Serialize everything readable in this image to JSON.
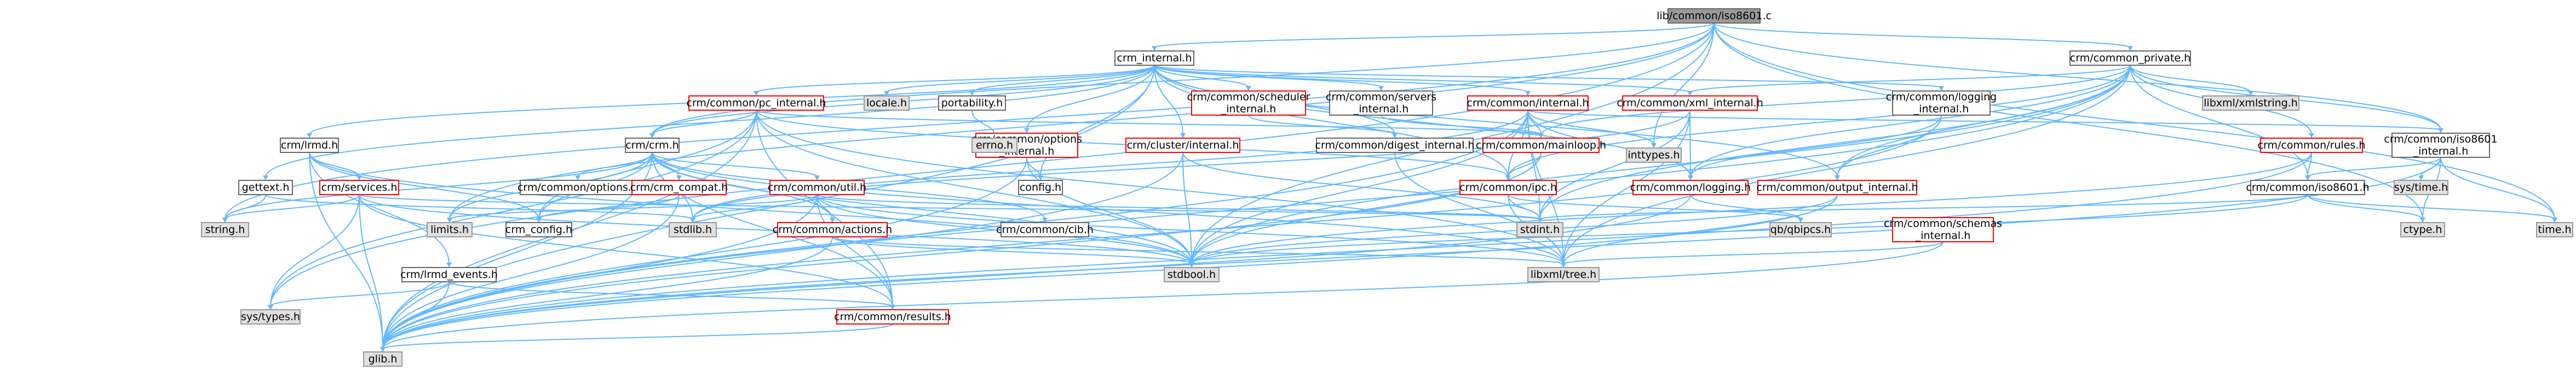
{
  "diagram": {
    "type": "include-dependency-graph",
    "colors": {
      "edge": "#63b8ff",
      "node_border": "#666666",
      "incomplete_border": "#ff0000",
      "external_fill": "#e0e0e0",
      "root_fill": "#999999"
    },
    "nodes": [
      {
        "id": "root",
        "label": "lib/common/iso8601.c",
        "kind": "root"
      },
      {
        "id": "crm_internal",
        "label": "crm_internal.h",
        "kind": "hdr"
      },
      {
        "id": "cmn_private",
        "label": "crm/common_private.h",
        "kind": "hdr"
      },
      {
        "id": "pc_internal",
        "label": "crm/common/pc_internal.h",
        "kind": "red"
      },
      {
        "id": "locale",
        "label": "locale.h",
        "kind": "ext"
      },
      {
        "id": "portability",
        "label": "portability.h",
        "kind": "hdr"
      },
      {
        "id": "sched_internal",
        "label": "crm/common/scheduler\n_internal.h",
        "kind": "red"
      },
      {
        "id": "servers_internal",
        "label": "crm/common/servers\n_internal.h",
        "kind": "hdr"
      },
      {
        "id": "cmn_internal",
        "label": "crm/common/internal.h",
        "kind": "red"
      },
      {
        "id": "xml_internal",
        "label": "crm/common/xml_internal.h",
        "kind": "red"
      },
      {
        "id": "logging_internal",
        "label": "crm/common/logging\n_internal.h",
        "kind": "hdr"
      },
      {
        "id": "libxml_xmlstring",
        "label": "libxml/xmlstring.h",
        "kind": "ext"
      },
      {
        "id": "rules",
        "label": "crm/common/rules.h",
        "kind": "red"
      },
      {
        "id": "iso8601_internal",
        "label": "crm/common/iso8601\n_internal.h",
        "kind": "hdr"
      },
      {
        "id": "crm_lrmd",
        "label": "crm/lrmd.h",
        "kind": "hdr"
      },
      {
        "id": "crm_h",
        "label": "crm/crm.h",
        "kind": "hdr"
      },
      {
        "id": "options_internal",
        "label": "crm/common/options\n_internal.h",
        "kind": "red"
      },
      {
        "id": "cluster_internal",
        "label": "crm/cluster/internal.h",
        "kind": "red"
      },
      {
        "id": "digest_internal",
        "label": "crm/common/digest_internal.h",
        "kind": "hdr"
      },
      {
        "id": "mainloop",
        "label": "crm/common/mainloop.h",
        "kind": "red"
      },
      {
        "id": "inttypes",
        "label": "inttypes.h",
        "kind": "ext"
      },
      {
        "id": "errno",
        "label": "errno.h",
        "kind": "ext"
      },
      {
        "id": "gettext",
        "label": "gettext.h",
        "kind": "hdr"
      },
      {
        "id": "services",
        "label": "crm/services.h",
        "kind": "red"
      },
      {
        "id": "cmn_options",
        "label": "crm/common/options.h",
        "kind": "hdr"
      },
      {
        "id": "crm_compat",
        "label": "crm/crm_compat.h",
        "kind": "red"
      },
      {
        "id": "cmn_util",
        "label": "crm/common/util.h",
        "kind": "red"
      },
      {
        "id": "config",
        "label": "config.h",
        "kind": "hdr"
      },
      {
        "id": "ipc",
        "label": "crm/common/ipc.h",
        "kind": "red"
      },
      {
        "id": "logging",
        "label": "crm/common/logging.h",
        "kind": "red"
      },
      {
        "id": "output_internal",
        "label": "crm/common/output_internal.h",
        "kind": "red"
      },
      {
        "id": "sys_time",
        "label": "sys/time.h",
        "kind": "ext"
      },
      {
        "id": "iso8601",
        "label": "crm/common/iso8601.h",
        "kind": "hdr"
      },
      {
        "id": "string",
        "label": "string.h",
        "kind": "ext"
      },
      {
        "id": "limits",
        "label": "limits.h",
        "kind": "ext"
      },
      {
        "id": "crm_config",
        "label": "crm_config.h",
        "kind": "hdr"
      },
      {
        "id": "stdlib",
        "label": "stdlib.h",
        "kind": "ext"
      },
      {
        "id": "actions",
        "label": "crm/common/actions.h",
        "kind": "red"
      },
      {
        "id": "cib",
        "label": "crm/common/cib.h",
        "kind": "hdr"
      },
      {
        "id": "stdint",
        "label": "stdint.h",
        "kind": "ext"
      },
      {
        "id": "qb_ipcs",
        "label": "qb/qbipcs.h",
        "kind": "ext"
      },
      {
        "id": "schemas_internal",
        "label": "crm/common/schemas\n_internal.h",
        "kind": "red"
      },
      {
        "id": "ctype",
        "label": "ctype.h",
        "kind": "ext"
      },
      {
        "id": "time",
        "label": "time.h",
        "kind": "ext"
      },
      {
        "id": "lrmd_events",
        "label": "crm/lrmd_events.h",
        "kind": "hdr"
      },
      {
        "id": "stdbool",
        "label": "stdbool.h",
        "kind": "ext"
      },
      {
        "id": "libxml_tree",
        "label": "libxml/tree.h",
        "kind": "ext"
      },
      {
        "id": "sys_types",
        "label": "sys/types.h",
        "kind": "ext"
      },
      {
        "id": "results",
        "label": "crm/common/results.h",
        "kind": "red"
      },
      {
        "id": "glib",
        "label": "glib.h",
        "kind": "ext"
      }
    ],
    "edges": [
      [
        "root",
        "crm_internal"
      ],
      [
        "root",
        "cmn_private"
      ],
      [
        "root",
        "iso8601_internal"
      ],
      [
        "root",
        "crm_h"
      ],
      [
        "root",
        "time"
      ],
      [
        "root",
        "ctype"
      ],
      [
        "root",
        "inttypes"
      ],
      [
        "root",
        "limits"
      ],
      [
        "root",
        "string"
      ],
      [
        "root",
        "stdbool"
      ],
      [
        "root",
        "sys_types"
      ],
      [
        "crm_internal",
        "pc_internal"
      ],
      [
        "crm_internal",
        "locale"
      ],
      [
        "crm_internal",
        "portability"
      ],
      [
        "crm_internal",
        "sched_internal"
      ],
      [
        "crm_internal",
        "servers_internal"
      ],
      [
        "crm_internal",
        "cmn_internal"
      ],
      [
        "crm_internal",
        "xml_internal"
      ],
      [
        "crm_internal",
        "logging_internal"
      ],
      [
        "crm_internal",
        "crm_lrmd"
      ],
      [
        "crm_internal",
        "crm_h"
      ],
      [
        "crm_internal",
        "options_internal"
      ],
      [
        "crm_internal",
        "cluster_internal"
      ],
      [
        "crm_internal",
        "digest_internal"
      ],
      [
        "crm_internal",
        "gettext"
      ],
      [
        "crm_internal",
        "glib"
      ],
      [
        "crm_internal",
        "config"
      ],
      [
        "crm_internal",
        "ipc"
      ],
      [
        "crm_internal",
        "logging"
      ],
      [
        "crm_internal",
        "output_internal"
      ],
      [
        "cmn_private",
        "xml_internal"
      ],
      [
        "cmn_private",
        "libxml_xmlstring"
      ],
      [
        "cmn_private",
        "rules"
      ],
      [
        "cmn_private",
        "iso8601_internal"
      ],
      [
        "cmn_private",
        "iso8601"
      ],
      [
        "cmn_private",
        "mainloop"
      ],
      [
        "cmn_private",
        "logging"
      ],
      [
        "cmn_private",
        "output_internal"
      ],
      [
        "cmn_private",
        "glib"
      ],
      [
        "cmn_private",
        "stdint"
      ],
      [
        "cmn_private",
        "stdbool"
      ],
      [
        "cmn_private",
        "libxml_tree"
      ],
      [
        "cmn_private",
        "ipc"
      ],
      [
        "pc_internal",
        "crm_h"
      ],
      [
        "pc_internal",
        "ipc"
      ],
      [
        "pc_internal",
        "mainloop"
      ],
      [
        "pc_internal",
        "glib"
      ],
      [
        "pc_internal",
        "stdbool"
      ],
      [
        "pc_internal",
        "sys_types"
      ],
      [
        "pc_internal",
        "crm_config"
      ],
      [
        "pc_internal",
        "results"
      ],
      [
        "pc_internal",
        "libxml_tree"
      ],
      [
        "portability",
        "errno"
      ],
      [
        "sched_internal",
        "digest_internal"
      ],
      [
        "servers_internal",
        "mainloop"
      ],
      [
        "cmn_internal",
        "inttypes"
      ],
      [
        "cmn_internal",
        "mainloop"
      ],
      [
        "cmn_internal",
        "iso8601_internal"
      ],
      [
        "cmn_internal",
        "ipc"
      ],
      [
        "cmn_internal",
        "logging"
      ],
      [
        "cmn_internal",
        "stdint"
      ],
      [
        "cmn_internal",
        "stdlib"
      ],
      [
        "cmn_internal",
        "glib"
      ],
      [
        "cmn_internal",
        "libxml_tree"
      ],
      [
        "cmn_internal",
        "stdbool"
      ],
      [
        "xml_internal",
        "logging"
      ],
      [
        "xml_internal",
        "libxml_tree"
      ],
      [
        "xml_internal",
        "stdlib"
      ],
      [
        "xml_internal",
        "stdint"
      ],
      [
        "logging_internal",
        "logging"
      ],
      [
        "logging_internal",
        "output_internal"
      ],
      [
        "logging_internal",
        "glib"
      ],
      [
        "rules",
        "glib"
      ],
      [
        "rules",
        "stdbool"
      ],
      [
        "rules",
        "iso8601"
      ],
      [
        "iso8601_internal",
        "iso8601"
      ],
      [
        "iso8601_internal",
        "time"
      ],
      [
        "iso8601_internal",
        "ctype"
      ],
      [
        "iso8601_internal",
        "sys_time"
      ],
      [
        "iso8601_internal",
        "glib"
      ],
      [
        "crm_lrmd",
        "services"
      ],
      [
        "crm_lrmd",
        "lrmd_events"
      ],
      [
        "crm_lrmd",
        "stdbool"
      ],
      [
        "crm_lrmd",
        "crm_config"
      ],
      [
        "crm_lrmd",
        "glib"
      ],
      [
        "crm_h",
        "cmn_options"
      ],
      [
        "crm_h",
        "crm_compat"
      ],
      [
        "crm_h",
        "cmn_util"
      ],
      [
        "crm_h",
        "stdbool"
      ],
      [
        "crm_h",
        "stdlib"
      ],
      [
        "crm_h",
        "string"
      ],
      [
        "crm_h",
        "limits"
      ],
      [
        "crm_h",
        "glib"
      ],
      [
        "crm_h",
        "crm_config"
      ],
      [
        "crm_h",
        "actions"
      ],
      [
        "crm_h",
        "cib"
      ],
      [
        "crm_h",
        "results"
      ],
      [
        "crm_h",
        "libxml_tree"
      ],
      [
        "options_internal",
        "config"
      ],
      [
        "options_internal",
        "stdbool"
      ],
      [
        "options_internal",
        "glib"
      ],
      [
        "cluster_internal",
        "stdint"
      ],
      [
        "cluster_internal",
        "glib"
      ],
      [
        "cluster_internal",
        "stdbool"
      ],
      [
        "digest_internal",
        "libxml_tree"
      ],
      [
        "mainloop",
        "ipc"
      ],
      [
        "mainloop",
        "glib"
      ],
      [
        "mainloop",
        "stdbool"
      ],
      [
        "gettext",
        "string"
      ],
      [
        "gettext",
        "stdlib"
      ],
      [
        "services",
        "glib"
      ],
      [
        "services",
        "stdio"
      ],
      [
        "services",
        "stdint"
      ],
      [
        "services",
        "stdbool"
      ],
      [
        "services",
        "string"
      ],
      [
        "services",
        "sys_types"
      ],
      [
        "services",
        "results"
      ],
      [
        "crm_compat",
        "glib"
      ],
      [
        "crm_compat",
        "crm_config"
      ],
      [
        "cmn_util",
        "stdlib"
      ],
      [
        "cmn_util",
        "stdint"
      ],
      [
        "cmn_util",
        "limits"
      ],
      [
        "cmn_util",
        "glib"
      ],
      [
        "cmn_util",
        "libxml_tree"
      ],
      [
        "cmn_util",
        "actions"
      ],
      [
        "cmn_util",
        "results"
      ],
      [
        "cmn_util",
        "stdbool"
      ],
      [
        "ipc",
        "stdint"
      ],
      [
        "ipc",
        "qb_ipcs"
      ],
      [
        "ipc",
        "libxml_tree"
      ],
      [
        "logging",
        "stdio"
      ],
      [
        "logging",
        "glib"
      ],
      [
        "logging",
        "qb_ipcs"
      ],
      [
        "output_internal",
        "stdio"
      ],
      [
        "output_internal",
        "stdbool"
      ],
      [
        "output_internal",
        "libxml_tree"
      ],
      [
        "output_internal",
        "glib"
      ],
      [
        "iso8601",
        "time"
      ],
      [
        "iso8601",
        "ctype"
      ],
      [
        "iso8601",
        "stdint"
      ],
      [
        "iso8601",
        "stdbool"
      ],
      [
        "actions",
        "stdbool"
      ],
      [
        "actions",
        "strings"
      ],
      [
        "actions",
        "glib"
      ],
      [
        "actions",
        "libxml_tree"
      ],
      [
        "schemas_internal",
        "glib"
      ],
      [
        "schemas_internal",
        "libxml_tree"
      ],
      [
        "lrmd_events",
        "sys_types"
      ],
      [
        "lrmd_events",
        "results"
      ],
      [
        "lrmd_events",
        "glib"
      ],
      [
        "results",
        "glib"
      ]
    ]
  }
}
